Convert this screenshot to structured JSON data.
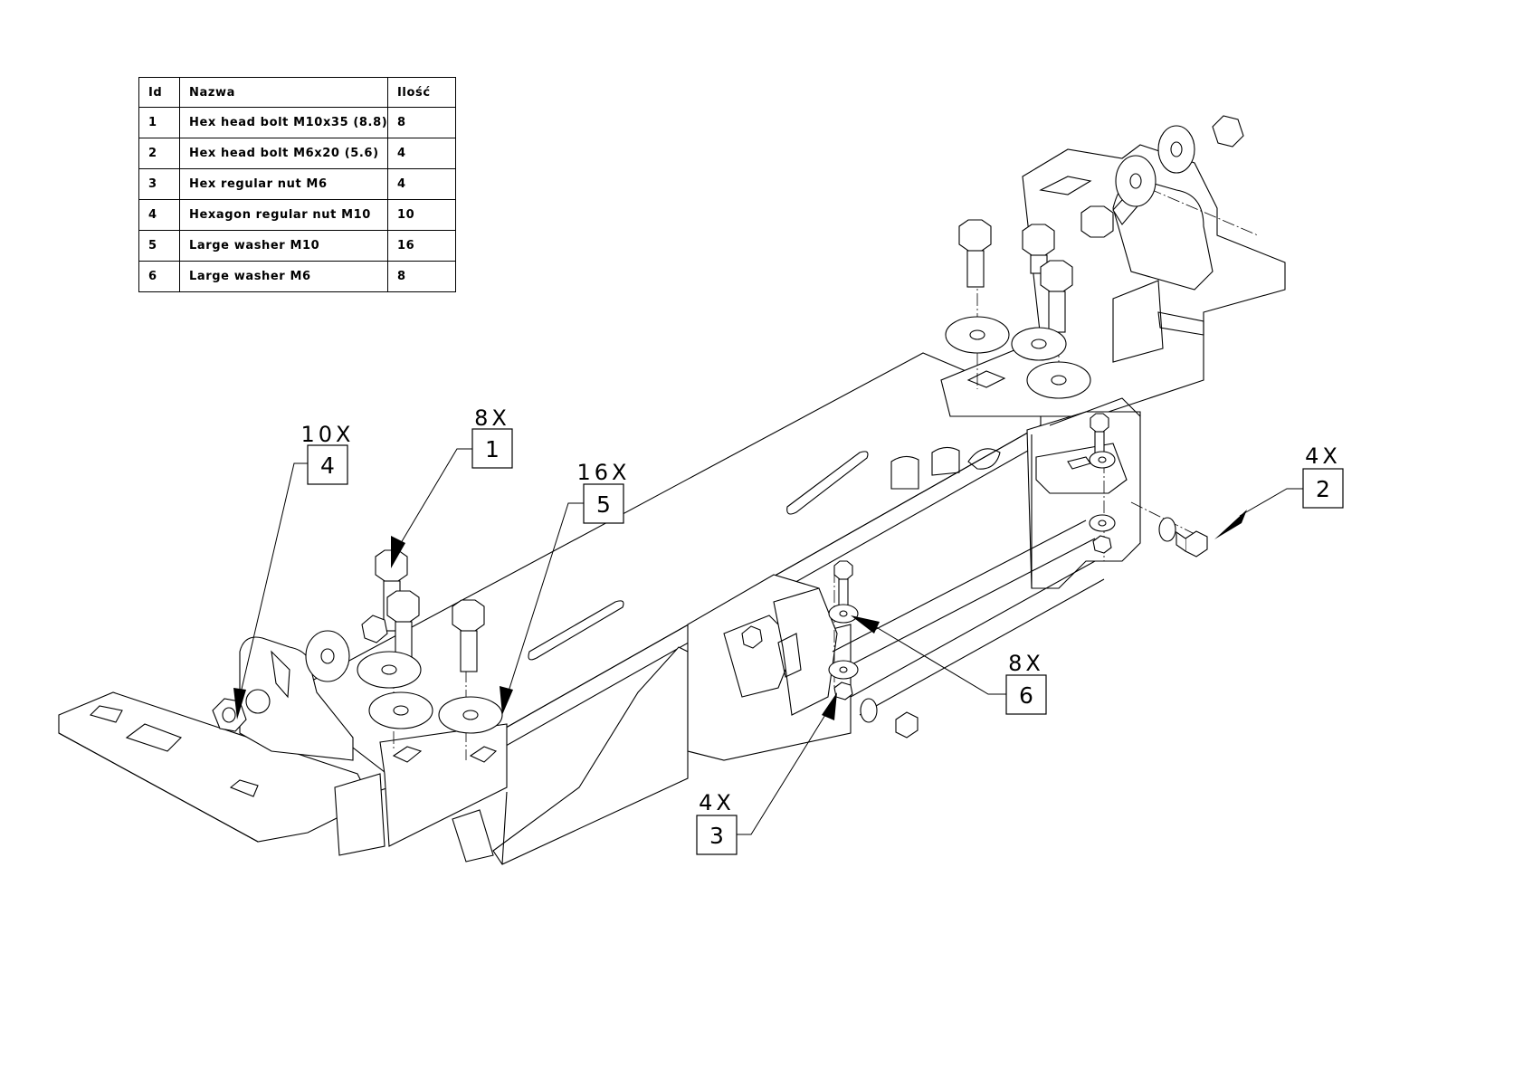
{
  "parts_table": {
    "headers": [
      "Id",
      "Nazwa",
      "Ilość"
    ],
    "rows": [
      {
        "id": "1",
        "name": "Hex head bolt M10x35 (8.8)",
        "qty": "8"
      },
      {
        "id": "2",
        "name": "Hex head bolt M6x20 (5.6)",
        "qty": "4"
      },
      {
        "id": "3",
        "name": "Hex regular nut M6",
        "qty": "4"
      },
      {
        "id": "4",
        "name": "Hexagon regular nut M10",
        "qty": "10"
      },
      {
        "id": "5",
        "name": "Large washer M10",
        "qty": "16"
      },
      {
        "id": "6",
        "name": "Large washer M6",
        "qty": "8"
      }
    ]
  },
  "callouts": [
    {
      "id": "4",
      "qty": "10X"
    },
    {
      "id": "1",
      "qty": "8X"
    },
    {
      "id": "5",
      "qty": "16X"
    },
    {
      "id": "2",
      "qty": "4X"
    },
    {
      "id": "6",
      "qty": "8X"
    },
    {
      "id": "3",
      "qty": "4X"
    }
  ]
}
